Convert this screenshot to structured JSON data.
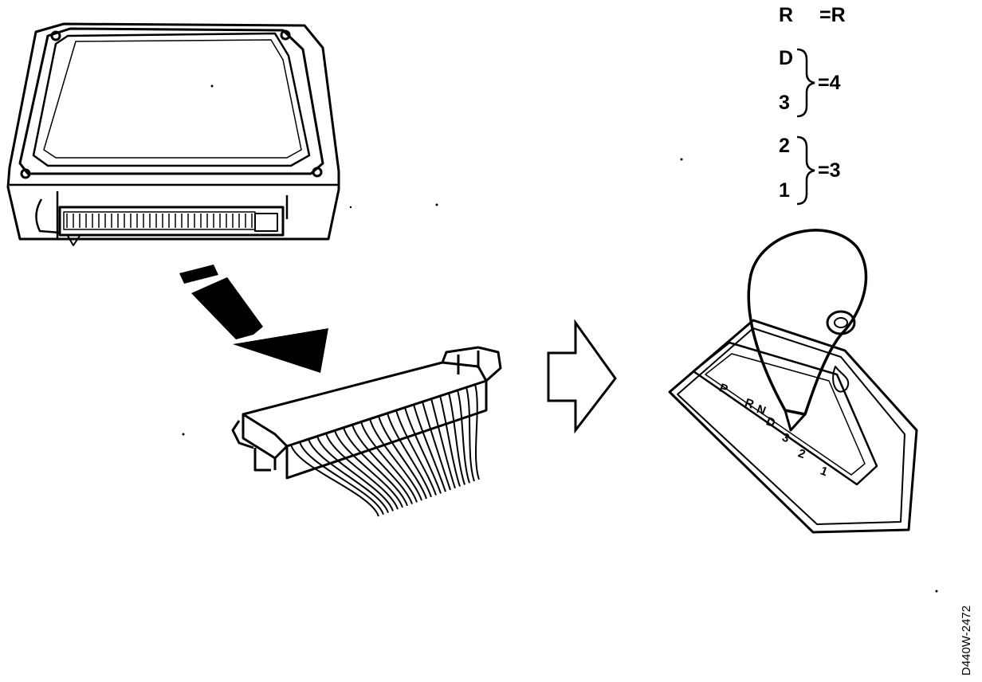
{
  "legend": {
    "r_label": "R",
    "r_value": "=R",
    "d_label": "D",
    "three_label": "3",
    "d3_value": "=4",
    "two_label": "2",
    "one_label": "1",
    "lowgears_value": "=3"
  },
  "selector_markings": {
    "p": "P",
    "r": "R",
    "n": "N",
    "d": "D",
    "three": "3",
    "two": "2",
    "one": "1"
  },
  "reference_code": "D440W-2472",
  "colors": {
    "ink": "#000000",
    "paper": "#ffffff"
  }
}
